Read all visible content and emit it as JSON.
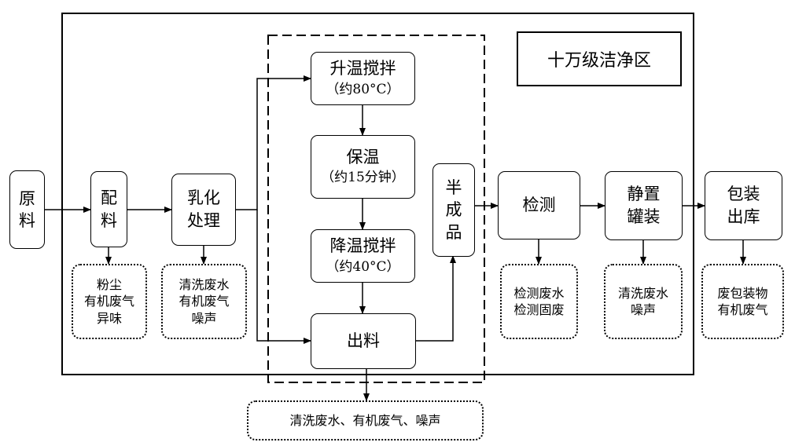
{
  "diagram": {
    "clean_zone_label": "十万级洁净区",
    "steps": {
      "raw_material": [
        "原",
        "料"
      ],
      "batching": [
        "配",
        "料"
      ],
      "emulsify": [
        "乳化",
        "处理"
      ],
      "heat_stir": [
        "升温搅拌",
        "（约80°C）"
      ],
      "keep_warm": [
        "保温",
        "（约15分钟）"
      ],
      "cool_stir": [
        "降温搅拌",
        "（约40°C）"
      ],
      "discharge": [
        "出料"
      ],
      "semi_product": [
        "半",
        "成",
        "品"
      ],
      "inspection": [
        "检测"
      ],
      "settle_fill": [
        "静置",
        "罐装"
      ],
      "pack_out": [
        "包装",
        "出库"
      ]
    },
    "emissions": {
      "batching": [
        "粉尘",
        "有机废气",
        "异味"
      ],
      "emulsify": [
        "清洗废水",
        "有机废气",
        "噪声"
      ],
      "inspection": [
        "检测废水",
        "检测固废"
      ],
      "settle_fill": [
        "清洗废水",
        "噪声"
      ],
      "pack_out": [
        "废包装物",
        "有机废气"
      ],
      "mixing": "清洗废水、有机废气、噪声"
    }
  }
}
